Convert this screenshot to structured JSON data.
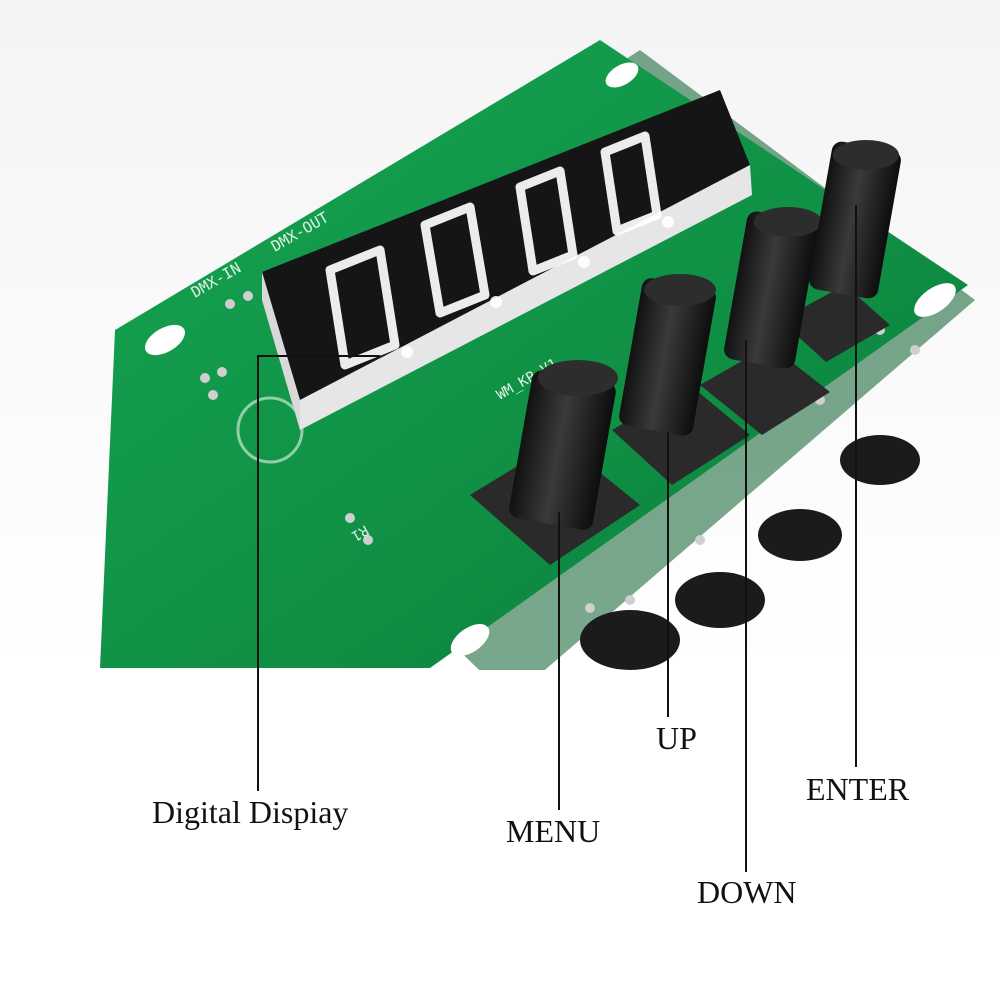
{
  "labels": {
    "digital_display": "Digital Dispiay",
    "menu": "MENU",
    "up": "UP",
    "down": "DOWN",
    "enter": "ENTER"
  },
  "pcb": {
    "silkscreen_dmx_in": "DMX-IN",
    "silkscreen_dmx_out": "DMX-OUT",
    "silkscreen_part": "WM_KP-V1",
    "silkscreen_r1": "R1"
  },
  "colors": {
    "pcb_green": "#139a4a",
    "button_black": "#1c1c1c",
    "led_red": "#e03030",
    "line": "#111111"
  }
}
